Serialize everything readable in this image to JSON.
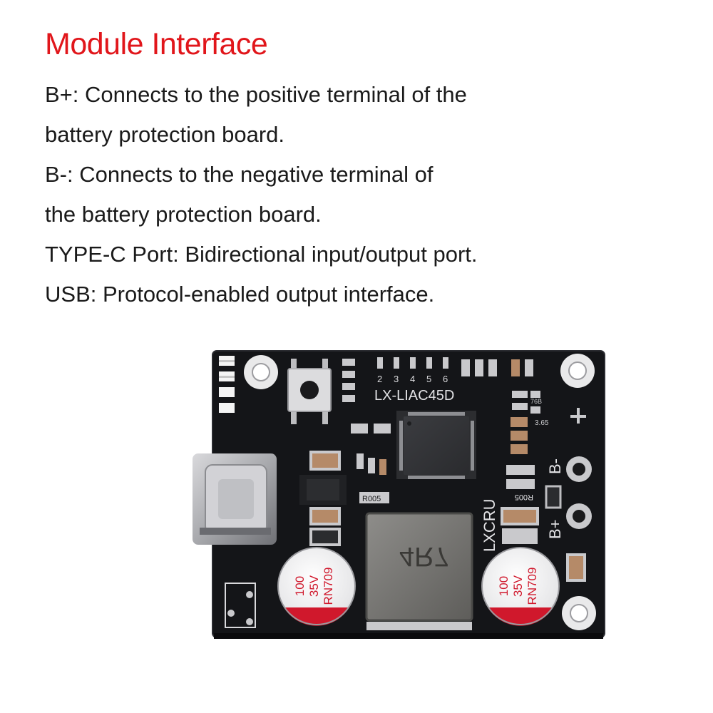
{
  "title": "Module Interface",
  "lines": [
    "B+: Connects to the positive terminal of the",
    "battery protection board.",
    "B-: Connects to the negative terminal of",
    "the battery protection board.",
    "TYPE-C Port: Bidirectional input/output port.",
    "USB: Protocol-enabled output interface."
  ],
  "board": {
    "model": "LX-LIAC45D",
    "brand": "LXCRU",
    "inductor": "4R7",
    "capacitor_left": [
      "100",
      "35V",
      "RN709"
    ],
    "capacitor_right": [
      "100",
      "35V",
      "RN709"
    ],
    "pin_numbers": [
      "2",
      "3",
      "4",
      "5",
      "6"
    ],
    "terminal_minus": "B-",
    "terminal_plus": "B+",
    "resistor_left": "R005",
    "resistor_right": "R005",
    "version": "3.65",
    "part_7": "76B"
  },
  "colors": {
    "title": "#e1161b",
    "text": "#1a1a1a",
    "pcb": "#141518"
  }
}
